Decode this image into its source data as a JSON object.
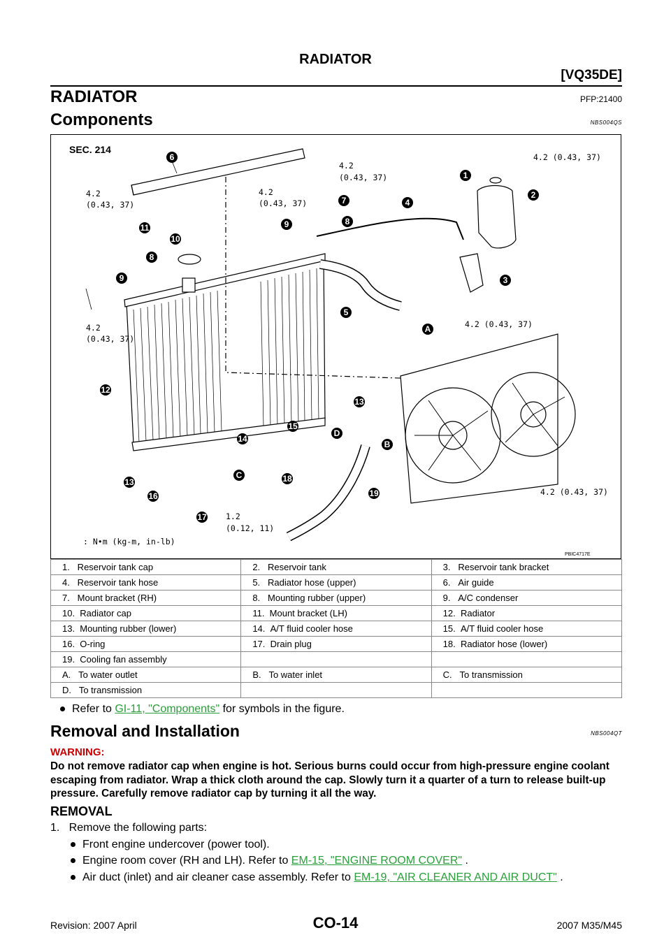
{
  "header": {
    "title": "RADIATOR",
    "engine": "[VQ35DE]"
  },
  "section": {
    "title": "RADIATOR",
    "pfp": "PFP:21400"
  },
  "components": {
    "title": "Components",
    "code": "NBS004QS"
  },
  "figure": {
    "sec": "SEC. 214",
    "code": "PBIC4717E",
    "unit_note": ": N•m (kg-m, in-lb)",
    "torques": {
      "t1": "4.2 (0.43, 37)",
      "t2a": "4.2",
      "t2b": "(0.43, 37)",
      "t3a": "4.2",
      "t3b": "(0.43, 37)",
      "t4a": "4.2",
      "t4b": "(0.43, 37)",
      "t5a": "4.2",
      "t5b": "(0.43, 37)",
      "t6": "4.2 (0.43, 37)",
      "t7": "4.2 (0.43, 37)",
      "t8a": "1.2",
      "t8b": "(0.12, 11)"
    },
    "callouts": [
      "1",
      "2",
      "3",
      "4",
      "5",
      "6",
      "7",
      "8",
      "9",
      "10",
      "11",
      "12",
      "13",
      "14",
      "15",
      "16",
      "17",
      "18",
      "19"
    ],
    "letters": [
      "A",
      "B",
      "C",
      "D"
    ]
  },
  "legend": [
    [
      "1.   Reservoir tank cap",
      "2.   Reservoir tank",
      "3.   Reservoir tank bracket"
    ],
    [
      "4.   Reservoir tank hose",
      "5.   Radiator hose (upper)",
      "6.   Air guide"
    ],
    [
      "7.   Mount bracket (RH)",
      "8.   Mounting rubber (upper)",
      "9.   A/C condenser"
    ],
    [
      "10.  Radiator cap",
      "11.  Mount bracket (LH)",
      "12.  Radiator"
    ],
    [
      "13.  Mounting rubber (lower)",
      "14.  A/T fluid cooler hose",
      "15.  A/T fluid cooler hose"
    ],
    [
      "16.  O-ring",
      "17.  Drain plug",
      "18.  Radiator hose (lower)"
    ],
    [
      "19.  Cooling fan assembly",
      "",
      ""
    ],
    [
      "A.   To water outlet",
      "B.   To water inlet",
      "C.   To transmission"
    ],
    [
      "D.   To transmission",
      "",
      ""
    ]
  ],
  "note": {
    "pre": "Refer to ",
    "link": "GI-11, \"Components\"",
    "post": " for symbols in the figure."
  },
  "removal": {
    "title": "Removal and Installation",
    "code": "NBS004QT"
  },
  "warning": {
    "label": "WARNING:",
    "text": "Do not remove radiator cap when engine is hot. Serious burns could occur from high-pressure engine coolant escaping from radiator. Wrap a thick cloth around the cap. Slowly turn it a quarter of a turn to release built-up pressure. Carefully remove radiator cap by turning it all the way."
  },
  "removal_sub": "REMOVAL",
  "step1": "1.   Remove the following parts:",
  "bullets": [
    {
      "text": "Front engine undercover (power tool).",
      "link": "",
      "post": ""
    },
    {
      "text": "Engine room cover (RH and LH). Refer to ",
      "link": "EM-15, \"ENGINE ROOM COVER\"",
      "post": " ."
    },
    {
      "text": "Air duct (inlet) and air cleaner case assembly. Refer to ",
      "link": "EM-19, \"AIR CLEANER AND AIR DUCT\"",
      "post": " ."
    }
  ],
  "footer": {
    "revision": "Revision: 2007 April",
    "page": "CO-14",
    "model": "2007 M35/M45"
  }
}
